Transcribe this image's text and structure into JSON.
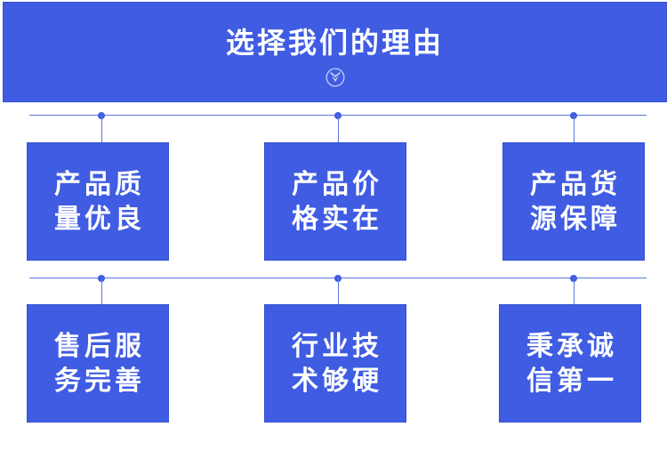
{
  "colors": {
    "primary": "#3f5ce2",
    "box_border": "#3551cf",
    "connector": "#5b78dd",
    "icon": "#b7c3f3",
    "text_on_primary": "#ffffff",
    "page_background": "#ffffff"
  },
  "header": {
    "title": "选择我们的理由",
    "icon": "chevron-double-down-circle-icon"
  },
  "reasons": [
    {
      "label": "产品质量优良",
      "lines": [
        "产品质",
        "量优良"
      ]
    },
    {
      "label": "产品价格实在",
      "lines": [
        "产品价",
        "格实在"
      ]
    },
    {
      "label": "产品货源保障",
      "lines": [
        "产品货",
        "源保障"
      ]
    },
    {
      "label": "售后服务完善",
      "lines": [
        "售后服",
        "务完善"
      ]
    },
    {
      "label": "行业技术够硬",
      "lines": [
        "行业技",
        "术够硬"
      ]
    },
    {
      "label": "秉承诚信第一",
      "lines": [
        "秉承诚",
        "信第一"
      ]
    }
  ]
}
